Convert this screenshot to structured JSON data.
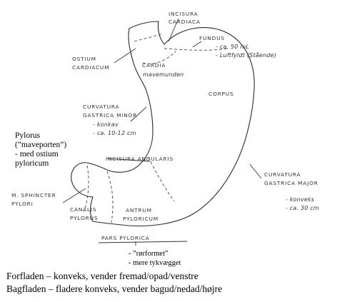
{
  "labels": {
    "incisura_cardiaca": [
      "INCISURA",
      "CARDIACA"
    ],
    "fundus": "FUNDUS",
    "fundus_size": "- ca. 50 mL",
    "fundus_air": "- Luftfyldt (Stående)",
    "ostium_cardiacum": [
      "OSTIUM",
      "CARDIACUM"
    ],
    "cardia": "CARDIA",
    "cardia_sub": "mavemunden",
    "corpus": "CORPUS",
    "curv_minor": [
      "CURVATURA",
      "GASTRICA MINOR"
    ],
    "curv_minor_notes": [
      "- konkav",
      "- ca. 10-12 cm"
    ],
    "pylorus": [
      "Pylorus",
      "(”maveporten”)",
      "- med ostium",
      "pyloricum"
    ],
    "incisura_angularis": "INCISURA ANGULARIS",
    "curv_major": [
      "CURVATURA",
      "GASTRICA MAJOR"
    ],
    "curv_major_notes": [
      "- konveks",
      "- ca. 30 cm"
    ],
    "sphincter": [
      "M. SPHINCTER",
      "PYLORI"
    ],
    "canalis": [
      "CANALIS",
      "PYLORUS"
    ],
    "antrum": [
      "ANTRUM",
      "PYLORICUM"
    ],
    "pars_pylorica": "PARS PYLORICA",
    "pars_notes": [
      "- ”rørformet”",
      "- mere tykvægget"
    ]
  },
  "footer": [
    "Forfladen – konveks, vender fremad/opad/venstre",
    "Bagfladen – fladere konveks, vender bagud/nedad/højre"
  ]
}
